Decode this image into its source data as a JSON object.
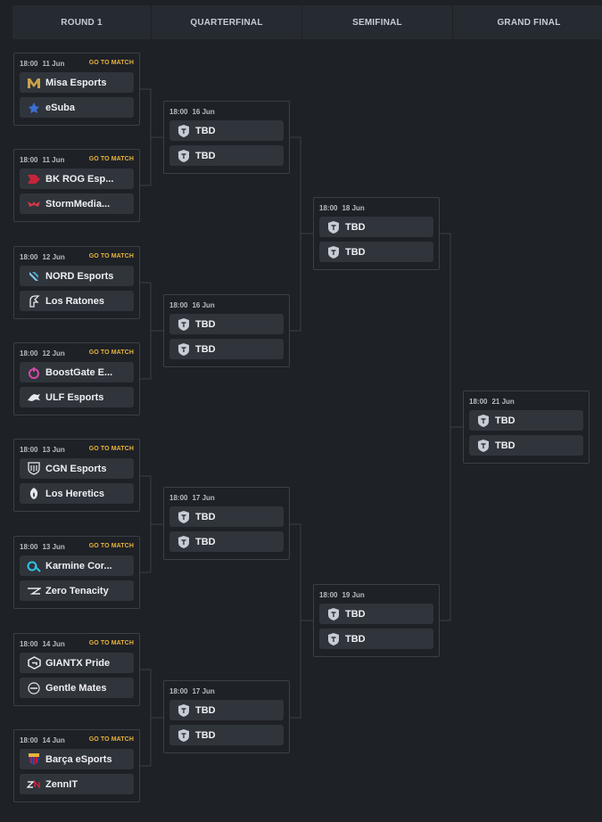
{
  "rounds": [
    {
      "label": "ROUND 1"
    },
    {
      "label": "QUARTERFINAL"
    },
    {
      "label": "SEMIFINAL"
    },
    {
      "label": "GRAND FINAL"
    }
  ],
  "goto_label": "GO TO MATCH",
  "colors": {
    "background": "#1e2126",
    "card_border": "#3b4048",
    "team_bg": "#30343b",
    "accent": "#e8b33c",
    "connector": "#3b4048"
  },
  "round1": [
    {
      "time": "18:00",
      "date": "11 Jun",
      "teams": [
        {
          "name": "Misa Esports",
          "icon": "misa-logo-icon"
        },
        {
          "name": "eSuba",
          "icon": "esuba-logo-icon"
        }
      ]
    },
    {
      "time": "18:00",
      "date": "11 Jun",
      "teams": [
        {
          "name": "BK ROG Esp...",
          "icon": "bk-rog-logo-icon"
        },
        {
          "name": "StormMedia...",
          "icon": "stormmedia-logo-icon"
        }
      ]
    },
    {
      "time": "18:00",
      "date": "12 Jun",
      "teams": [
        {
          "name": "NORD Esports",
          "icon": "nord-logo-icon"
        },
        {
          "name": "Los Ratones",
          "icon": "los-ratones-logo-icon"
        }
      ]
    },
    {
      "time": "18:00",
      "date": "12 Jun",
      "teams": [
        {
          "name": "BoostGate E...",
          "icon": "boostgate-logo-icon"
        },
        {
          "name": "ULF Esports",
          "icon": "ulf-logo-icon"
        }
      ]
    },
    {
      "time": "18:00",
      "date": "13 Jun",
      "teams": [
        {
          "name": "CGN Esports",
          "icon": "cgn-logo-icon"
        },
        {
          "name": "Los Heretics",
          "icon": "los-heretics-logo-icon"
        }
      ]
    },
    {
      "time": "18:00",
      "date": "13 Jun",
      "teams": [
        {
          "name": "Karmine Cor...",
          "icon": "karmine-logo-icon"
        },
        {
          "name": "Zero Tenacity",
          "icon": "zero-tenacity-logo-icon"
        }
      ]
    },
    {
      "time": "18:00",
      "date": "14 Jun",
      "teams": [
        {
          "name": "GIANTX Pride",
          "icon": "giantx-logo-icon"
        },
        {
          "name": "Gentle Mates",
          "icon": "gentle-mates-logo-icon"
        }
      ]
    },
    {
      "time": "18:00",
      "date": "14 Jun",
      "teams": [
        {
          "name": "Barça eSports",
          "icon": "barca-logo-icon"
        },
        {
          "name": "ZennIT",
          "icon": "zennit-logo-icon"
        }
      ]
    }
  ],
  "quarterfinal": [
    {
      "time": "18:00",
      "date": "16 Jun",
      "teams": [
        {
          "name": "TBD",
          "icon": "tbd-shield-icon"
        },
        {
          "name": "TBD",
          "icon": "tbd-shield-icon"
        }
      ]
    },
    {
      "time": "18:00",
      "date": "16 Jun",
      "teams": [
        {
          "name": "TBD",
          "icon": "tbd-shield-icon"
        },
        {
          "name": "TBD",
          "icon": "tbd-shield-icon"
        }
      ]
    },
    {
      "time": "18:00",
      "date": "17 Jun",
      "teams": [
        {
          "name": "TBD",
          "icon": "tbd-shield-icon"
        },
        {
          "name": "TBD",
          "icon": "tbd-shield-icon"
        }
      ]
    },
    {
      "time": "18:00",
      "date": "17 Jun",
      "teams": [
        {
          "name": "TBD",
          "icon": "tbd-shield-icon"
        },
        {
          "name": "TBD",
          "icon": "tbd-shield-icon"
        }
      ]
    }
  ],
  "semifinal": [
    {
      "time": "18:00",
      "date": "18 Jun",
      "teams": [
        {
          "name": "TBD",
          "icon": "tbd-shield-icon"
        },
        {
          "name": "TBD",
          "icon": "tbd-shield-icon"
        }
      ]
    },
    {
      "time": "18:00",
      "date": "19 Jun",
      "teams": [
        {
          "name": "TBD",
          "icon": "tbd-shield-icon"
        },
        {
          "name": "TBD",
          "icon": "tbd-shield-icon"
        }
      ]
    }
  ],
  "grand_final": [
    {
      "time": "18:00",
      "date": "21 Jun",
      "teams": [
        {
          "name": "TBD",
          "icon": "tbd-shield-icon"
        },
        {
          "name": "TBD",
          "icon": "tbd-shield-icon"
        }
      ]
    }
  ]
}
